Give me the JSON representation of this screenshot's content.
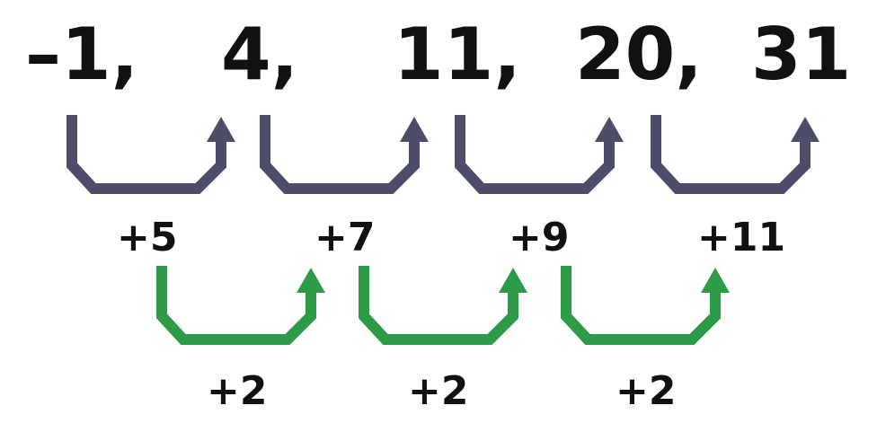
{
  "sequence": {
    "terms": [
      "–1,",
      "4,",
      "11,",
      "20,",
      "31"
    ]
  },
  "first_differences": {
    "labels": [
      "+5",
      "+7",
      "+9",
      "+11"
    ],
    "color": "#4d4d6a",
    "arrow_icon": "bent-up-arrow-icon"
  },
  "second_differences": {
    "labels": [
      "+2",
      "+2",
      "+2"
    ],
    "color": "#2e9b48",
    "arrow_icon": "bent-up-arrow-icon"
  }
}
